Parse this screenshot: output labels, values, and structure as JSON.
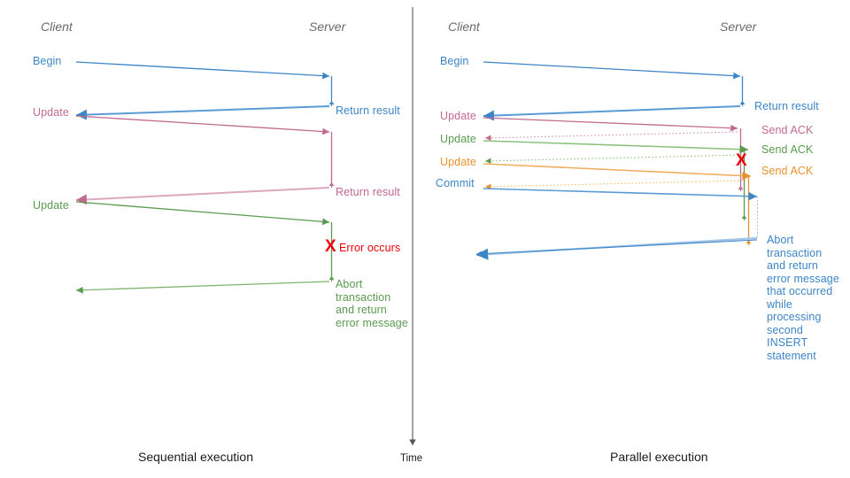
{
  "figure": {
    "divider": "vertical-time-axis",
    "time_axis_label": "Time",
    "captions": {
      "left": "Sequential execution",
      "right": "Parallel execution"
    }
  },
  "colors": {
    "blue": "#3d85c6",
    "blue_light": "#9fc5e8",
    "pink": "#c2698f",
    "pink_light": "#dca8bf",
    "green": "#5a9a4f",
    "green_light": "#a4cd97",
    "orange": "#e8912d",
    "orange_light": "#f5c98a",
    "red": "#e8000b",
    "gray": "#6b6b6b",
    "black": "#1a1a1a"
  },
  "left_diagram": {
    "name": "Sequential execution",
    "headers": {
      "client": "Client",
      "server": "Server"
    },
    "client_labels": [
      {
        "text": "Begin",
        "color": "#3d85c6"
      },
      {
        "text": "Update",
        "color": "#c2698f"
      },
      {
        "text": "Update",
        "color": "#5a9a4f"
      }
    ],
    "server_labels": [
      {
        "text": "Return result",
        "color": "#3d85c6"
      },
      {
        "text": "Return result",
        "color": "#c2698f"
      },
      {
        "text": "Error occurs",
        "color": "#e8000b"
      }
    ],
    "error_marker": "X",
    "abort_note": "Abort transaction and return error message",
    "abort_note_lines": [
      "Abort",
      "transaction",
      "and return",
      "error message"
    ],
    "abort_note_color": "#5a9a4f"
  },
  "right_diagram": {
    "name": "Parallel execution",
    "headers": {
      "client": "Client",
      "server": "Server"
    },
    "client_labels": [
      {
        "text": "Begin",
        "color": "#3d85c6"
      },
      {
        "text": "Update",
        "color": "#c2698f"
      },
      {
        "text": "Update",
        "color": "#5a9a4f"
      },
      {
        "text": "Update",
        "color": "#e8912d"
      },
      {
        "text": "Commit",
        "color": "#3d85c6"
      }
    ],
    "server_labels": [
      {
        "text": "Return result",
        "color": "#3d85c6"
      },
      {
        "text": "Send ACK",
        "color": "#c2698f"
      },
      {
        "text": "Send ACK",
        "color": "#5a9a4f"
      },
      {
        "text": "Send ACK",
        "color": "#e8912d"
      }
    ],
    "error_marker": "X",
    "abort_note": "Abort transaction and return error message that occurred while processing second INSERT statement",
    "abort_note_lines": [
      "Abort",
      "transaction",
      "and return",
      "error message",
      "that occurred",
      "while",
      "processing",
      "second",
      "INSERT",
      "statement"
    ],
    "abort_note_color": "#3d85c6"
  }
}
